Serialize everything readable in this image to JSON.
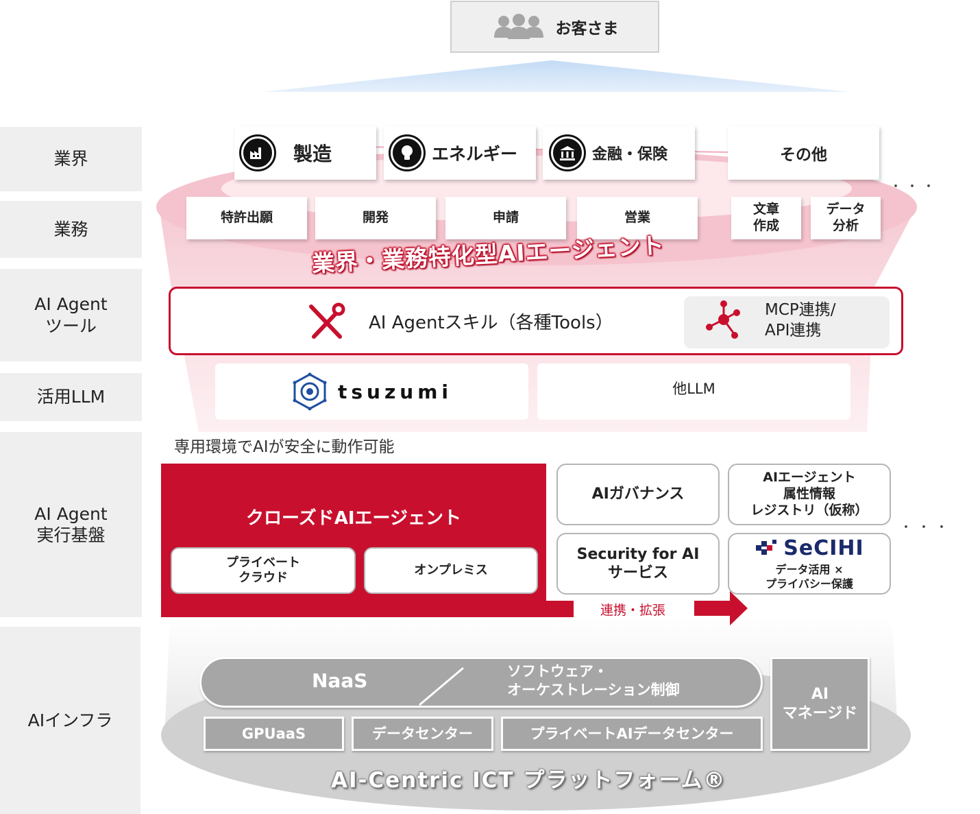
{
  "customer": {
    "label": "お客さま",
    "icon": "people-icon"
  },
  "rows": {
    "industry": "業界",
    "business": "業務",
    "agent_tool": "AI Agent\nツール",
    "llm": "活用LLM",
    "agent_platform": "AI Agent\n実行基盤",
    "infra": "AIインフラ"
  },
  "industries": [
    {
      "label": "製造",
      "icon": "factory-icon"
    },
    {
      "label": "エネルギー",
      "icon": "lightbulb-icon"
    },
    {
      "label": "金融・保険",
      "icon": "bank-icon"
    },
    {
      "label": "その他",
      "icon": ""
    }
  ],
  "tasks": [
    "特許出願",
    "開発",
    "申請",
    "営業",
    "文章\n作成",
    "データ\n分析"
  ],
  "ellipsis": "・・・",
  "specialized_agent": "業界・業務特化型AIエージェント",
  "skills": {
    "label": "AI Agentスキル（各種Tools）",
    "icon": "tools-icon",
    "mcp_label": "MCP連携/\nAPI連携",
    "mcp_icon": "network-hub-icon"
  },
  "llms": {
    "tsuzumi": "tsuzumi",
    "tsuzumi_icon": "tsuzumi-logo",
    "other": "他LLM"
  },
  "safe_caption": "専用環境でAIが安全に動作可能",
  "closed_agent": {
    "title": "クローズドAIエージェント",
    "options": [
      "プライベート\nクラウド",
      "オンプレミス"
    ]
  },
  "extensions": {
    "governance": "AIガバナンス",
    "registry": "AIエージェント\n属性情報\nレジストリ（仮称）",
    "security": "Security for AI\nサービス",
    "secihi_logo": "SeCIHI",
    "secihi_desc": "データ活用 ×\nプライバシー保護"
  },
  "link_label": "連携・拡張",
  "infra": {
    "naas": "NaaS",
    "orchestration": "ソフトウェア・\nオーケストレーション制御",
    "gpuaas": "GPUaaS",
    "datacenter": "データセンター",
    "private_dc": "プライベートAIデータセンター",
    "managed": "AI\nマネージド",
    "platform_title": "AI-Centric ICT プラットフォーム®"
  },
  "colors": {
    "accent_red": "#c8102e",
    "pink_band": "#f4c6cf",
    "gray_label_bg": "#efefef",
    "infra_gray": "#a6a6a6",
    "platform_ellipse": "#d0d0d0",
    "light_blue": "#d6e6f8"
  }
}
